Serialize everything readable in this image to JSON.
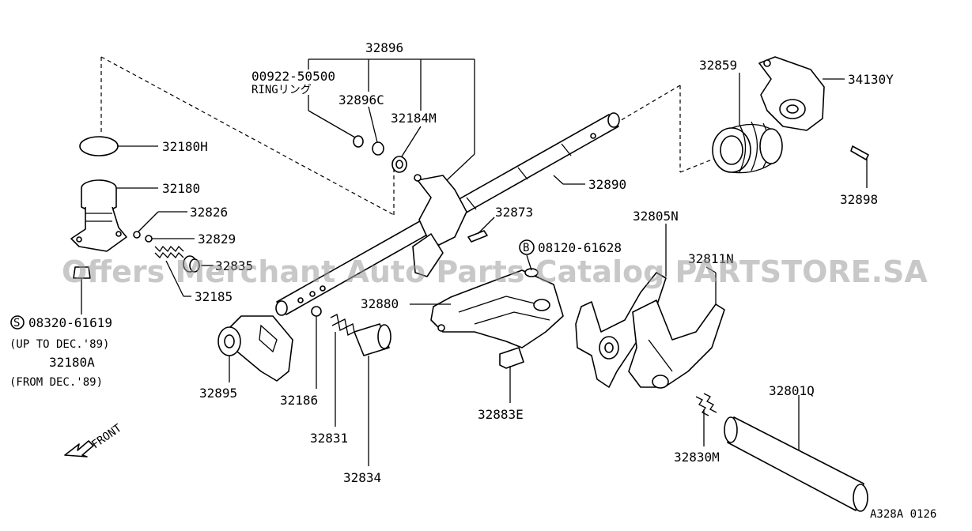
{
  "parts": {
    "p32896": "32896",
    "p00922": "00922-50500",
    "ring": "RINGリング",
    "p32896c": "32896C",
    "p32184m": "32184M",
    "p32180h": "32180H",
    "p32180": "32180",
    "p32826": "32826",
    "p32829": "32829",
    "p32835": "32835",
    "p32185": "32185",
    "s08320": "08320-61619",
    "s_badge": "S",
    "upto": "(UP TO DEC.'89)",
    "p32180a": "32180A",
    "fromdec": "(FROM DEC.'89)",
    "p32895": "32895",
    "p32186": "32186",
    "p32831": "32831",
    "p32834": "32834",
    "front": "FRONT",
    "p32890": "32890",
    "p32873": "32873",
    "b08120": "08120-61628",
    "b_badge": "B",
    "p32880": "32880",
    "p32883e": "32883E",
    "p32805n": "32805N",
    "p32811n": "32811N",
    "p32859": "32859",
    "p34130y": "34130Y",
    "p32898": "32898",
    "p32801q": "32801Q",
    "p32830m": "32830M",
    "code": "A328A 0126"
  },
  "watermark": "Offers Merchant Auto Parts Catalog PARTSTORE.SA"
}
